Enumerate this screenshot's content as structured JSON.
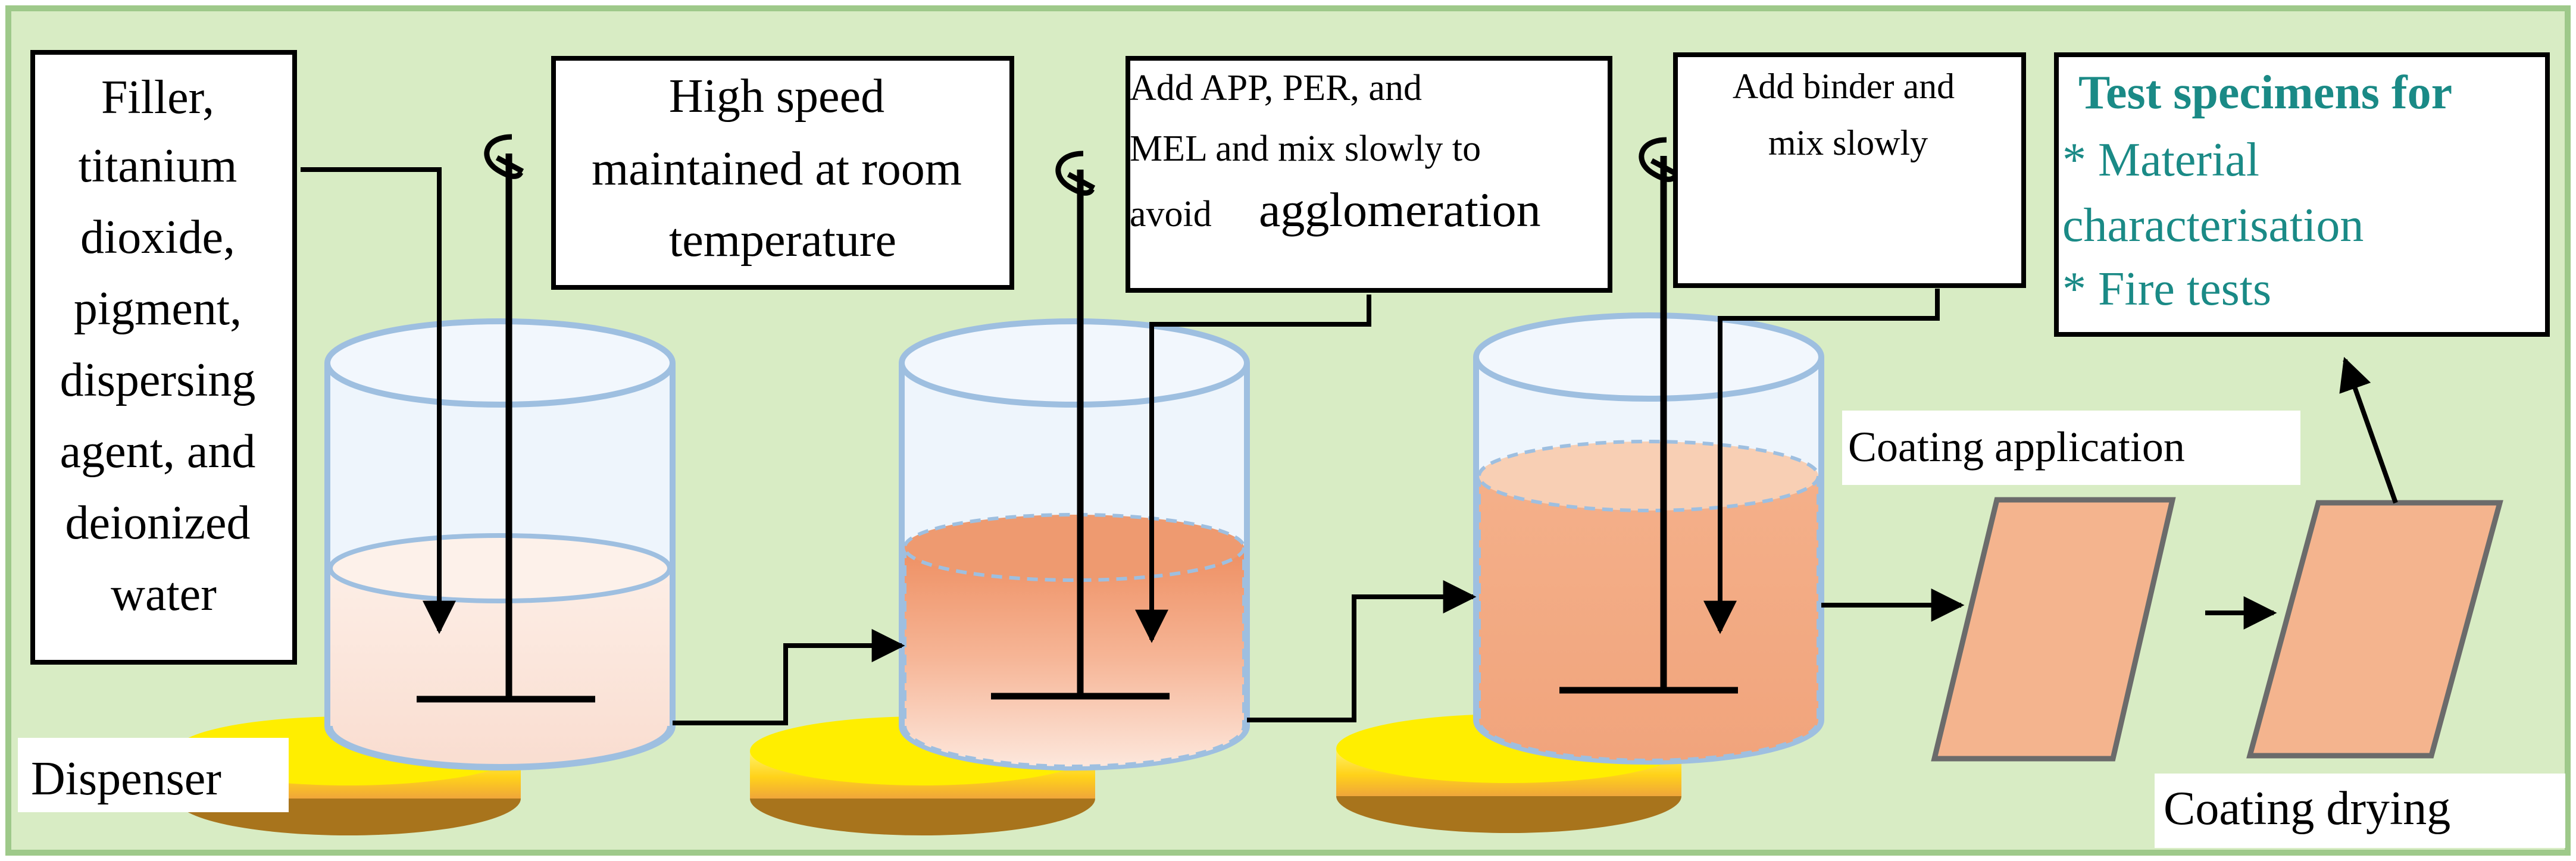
{
  "colors": {
    "background": "#d8ecc4",
    "frame": "#9ec98a",
    "box_border": "#000000",
    "box_fill": "#ffffff",
    "heading_teal": "#1a8a86",
    "beaker_glass": "#e9f2fb",
    "beaker_outline": "#9ebfe0",
    "liquid_light": "#fbe3d8",
    "liquid_orange": "#f2a17a",
    "coating_fill": "#f4b48e",
    "coating_border": "#6b6b6b",
    "plate_yellow": "#ffee00",
    "plate_amber": "#f0c24a",
    "plate_base": "#b8860b",
    "arrow": "#000000"
  },
  "icons": [
    "stirrer-hook-icon",
    "arrow-head-icon"
  ],
  "boxes": {
    "ingredients": {
      "lines": [
        "Filler,",
        "titanium",
        "dioxide,",
        "pigment,",
        "dispersing",
        "agent, and",
        "deionized",
        "water"
      ]
    },
    "high_speed": {
      "lines": [
        "High speed",
        "maintained at room",
        "temperature"
      ]
    },
    "add_app": {
      "lines": [
        "Add APP, PER, and",
        "MEL and mix slowly to",
        "avoid"
      ],
      "emphasis": "agglomeration"
    },
    "add_binder": {
      "lines": [
        "Add binder and",
        "mix slowly"
      ]
    },
    "test_specimens": {
      "heading": "Test specimens for",
      "items": [
        "* Material",
        "characterisation",
        "* Fire tests"
      ]
    }
  },
  "labels": {
    "dispenser": "Dispenser",
    "coating_application": "Coating application",
    "coating_drying": "Coating drying"
  }
}
